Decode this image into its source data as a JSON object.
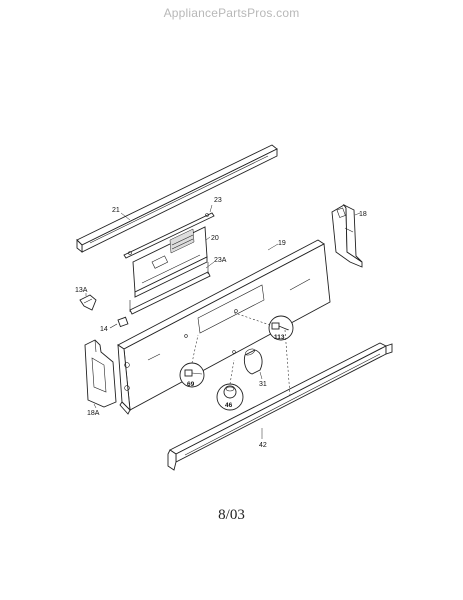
{
  "watermark": "AppliancePartsPros.com",
  "date_code": "8/03",
  "callouts": {
    "c21": "21",
    "c23": "23",
    "c20": "20",
    "c23a": "23A",
    "c19": "19",
    "c18": "18",
    "c13a": "13A",
    "c14": "14",
    "c113": "113",
    "c69": "69",
    "c46": "46",
    "c31": "31",
    "c18a": "18A",
    "c42": "42"
  }
}
